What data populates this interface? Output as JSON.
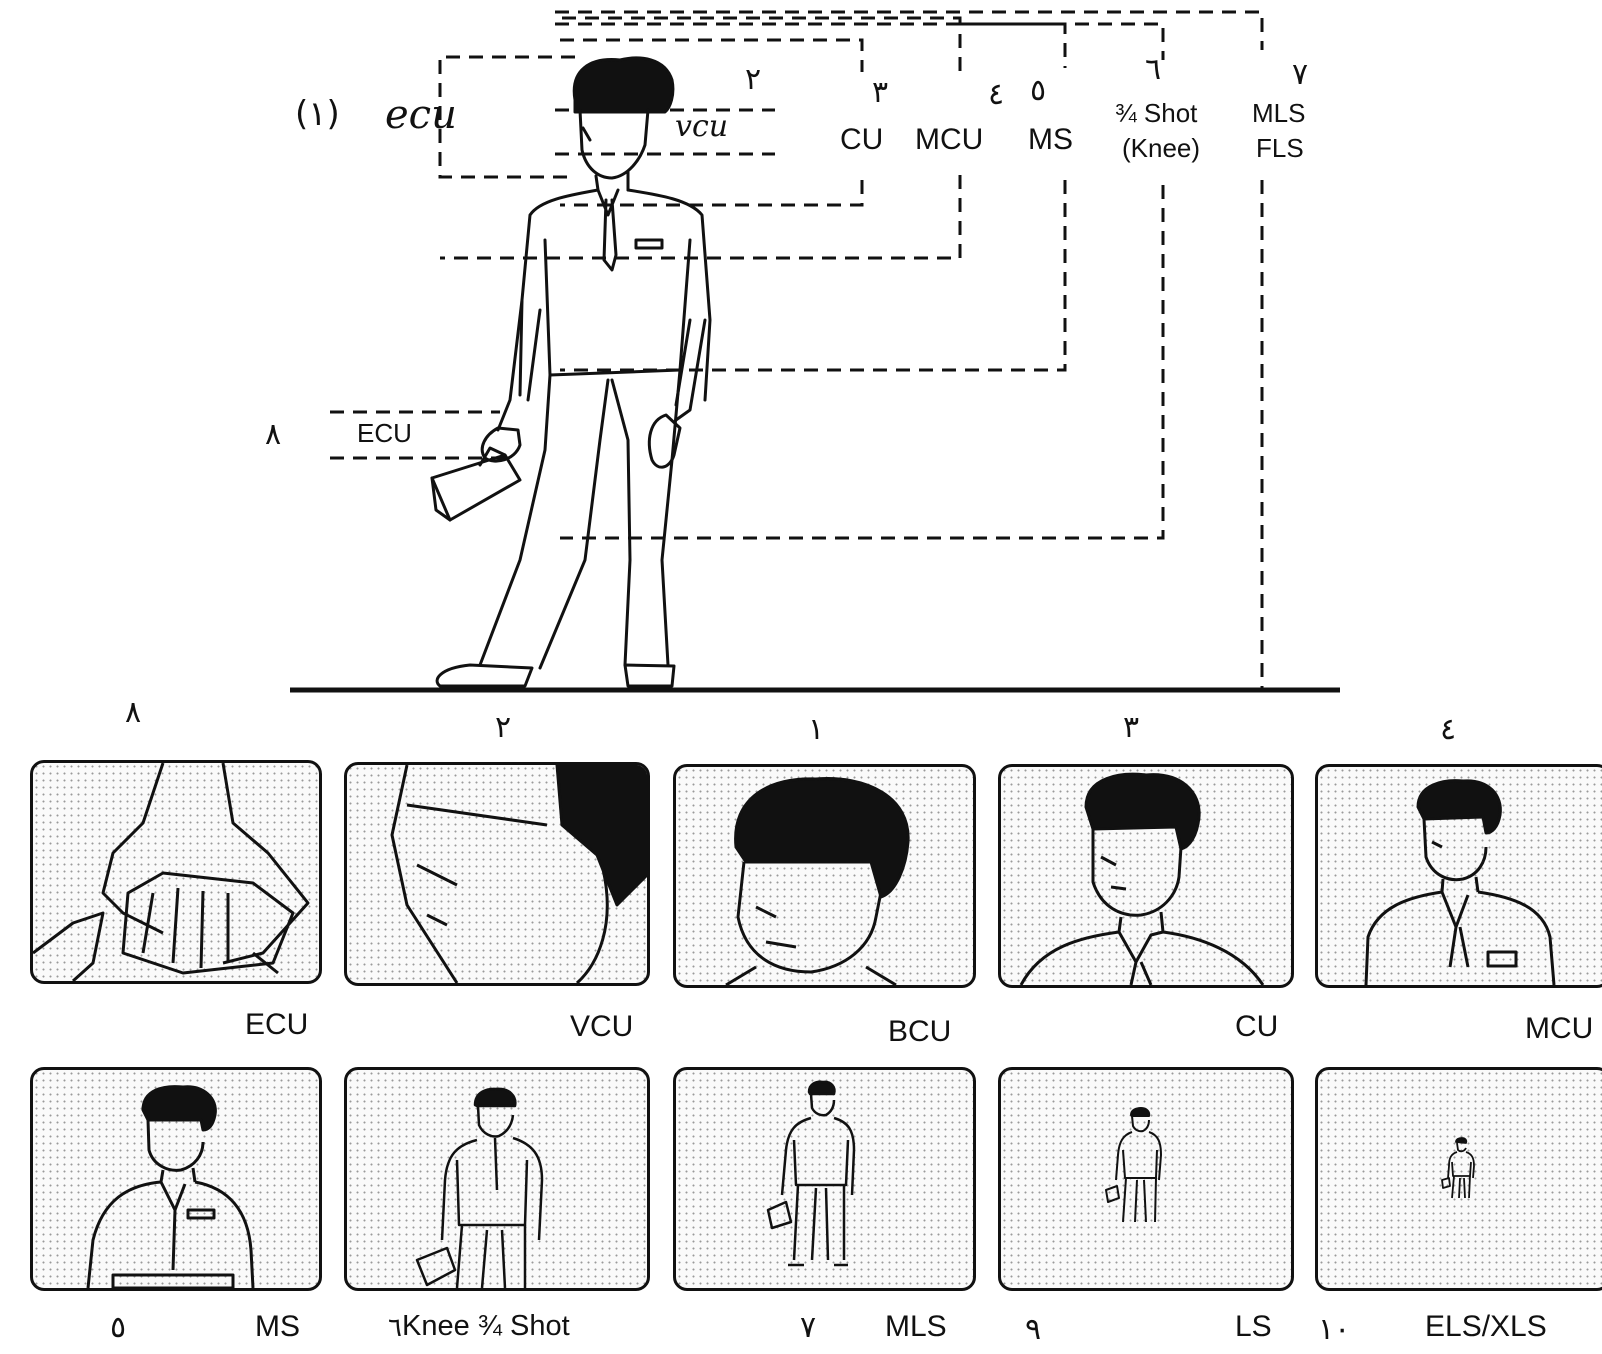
{
  "diagram": {
    "shot_labels": {
      "ecu_hand_num": "(١)",
      "ecu_hand": "ecu",
      "vcu_num": "٢",
      "vcu": "vcu",
      "cu_num": "٣",
      "cu": "CU",
      "mcu_num": "٤",
      "mcu": "MCU",
      "ms_num": "٥",
      "ms": "MS",
      "knee_num": "٦",
      "knee_line1": "¾ Shot",
      "knee_line2": "(Knee)",
      "mls_num": "٧",
      "mls_line1": "MLS",
      "mls_line2": "FLS",
      "hand_num": "٨",
      "hand_ecu": "ECU"
    },
    "row1": [
      {
        "num": "٨",
        "caption": "ECU"
      },
      {
        "num": "٢",
        "caption": "VCU"
      },
      {
        "num": "١",
        "caption": "BCU"
      },
      {
        "num": "٣",
        "caption": "CU"
      },
      {
        "num": "٤",
        "caption": "MCU"
      }
    ],
    "row2": [
      {
        "num": "٥",
        "caption": "MS"
      },
      {
        "num": "٦",
        "caption": "Knee ¾ Shot"
      },
      {
        "num": "٧",
        "caption": "MLS"
      },
      {
        "num": "٩",
        "caption": "LS"
      },
      {
        "num": "١٠",
        "caption": "ELS/XLS"
      }
    ]
  }
}
